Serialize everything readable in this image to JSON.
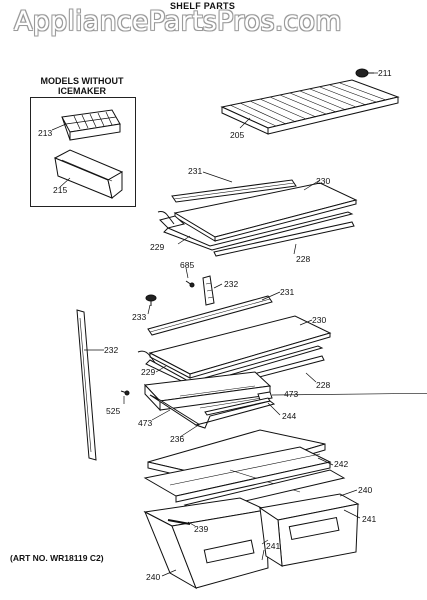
{
  "watermark": "AppliancePartsPros.com",
  "title": "SHELF PARTS",
  "models_box": {
    "title_line1": "MODELS WITHOUT",
    "title_line2": "ICEMAKER"
  },
  "art_number": "(ART NO. WR18119 C2)",
  "callouts": {
    "c211": "211",
    "c213": "213",
    "c215": "215",
    "c205": "205",
    "c231a": "231",
    "c230a": "230",
    "c229a": "229",
    "c228a": "228",
    "c685": "685",
    "c232a": "232",
    "c231b": "231",
    "c233": "233",
    "c230b": "230",
    "c232b": "232",
    "c229b": "229",
    "c228b": "228",
    "c473a": "473",
    "c525": "525",
    "c473b": "473",
    "c244": "244",
    "c236": "236",
    "c242": "242",
    "c240a": "240",
    "c239": "239",
    "c241a": "241",
    "c241b": "241",
    "c240b": "240"
  }
}
